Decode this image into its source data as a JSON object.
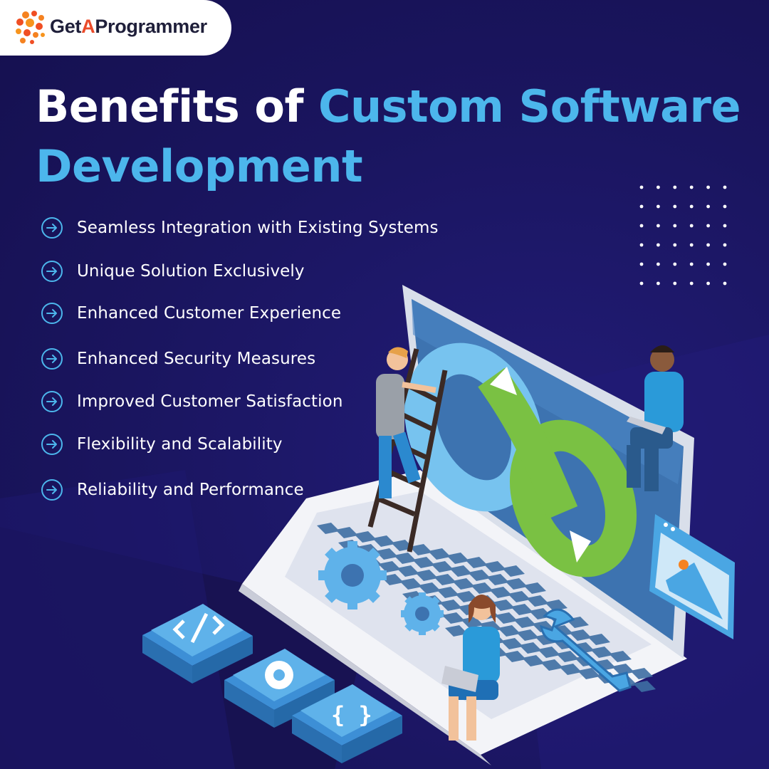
{
  "brand": {
    "prefix": "Get",
    "a": "A",
    "suffix": "Programmer",
    "colors": {
      "orange": "#ea4b2a",
      "dark": "#1f1f3a"
    }
  },
  "headline": {
    "white": "Benefits of ",
    "accent_line1": "Custom Software",
    "accent_line2": "Development"
  },
  "benefits": [
    {
      "label": "Seamless Integration with Existing Systems",
      "icon": "arrow-circle-icon"
    },
    {
      "label": "Unique Solution Exclusively",
      "icon": "arrow-circle-icon"
    },
    {
      "label": "Enhanced Customer Experience",
      "icon": "arrow-circle-icon"
    },
    {
      "label": "Enhanced Security Measures",
      "icon": "arrow-circle-icon"
    },
    {
      "label": "Improved Customer Satisfaction",
      "icon": "arrow-circle-icon"
    },
    {
      "label": "Flexibility and Scalability",
      "icon": "arrow-circle-icon"
    },
    {
      "label": " Reliability and Performance",
      "icon": "arrow-circle-icon"
    }
  ],
  "illustration": {
    "icons": [
      "laptop-icon",
      "infinity-loop-icon",
      "gear-icon",
      "wrench-icon",
      "code-icon",
      "braces-icon",
      "image-window-icon",
      "ladder-icon",
      "dot-grid-icon"
    ]
  },
  "colors": {
    "background": "#1c1666",
    "accent": "#4cb6ec",
    "text": "#ffffff",
    "green": "#7ac143"
  }
}
